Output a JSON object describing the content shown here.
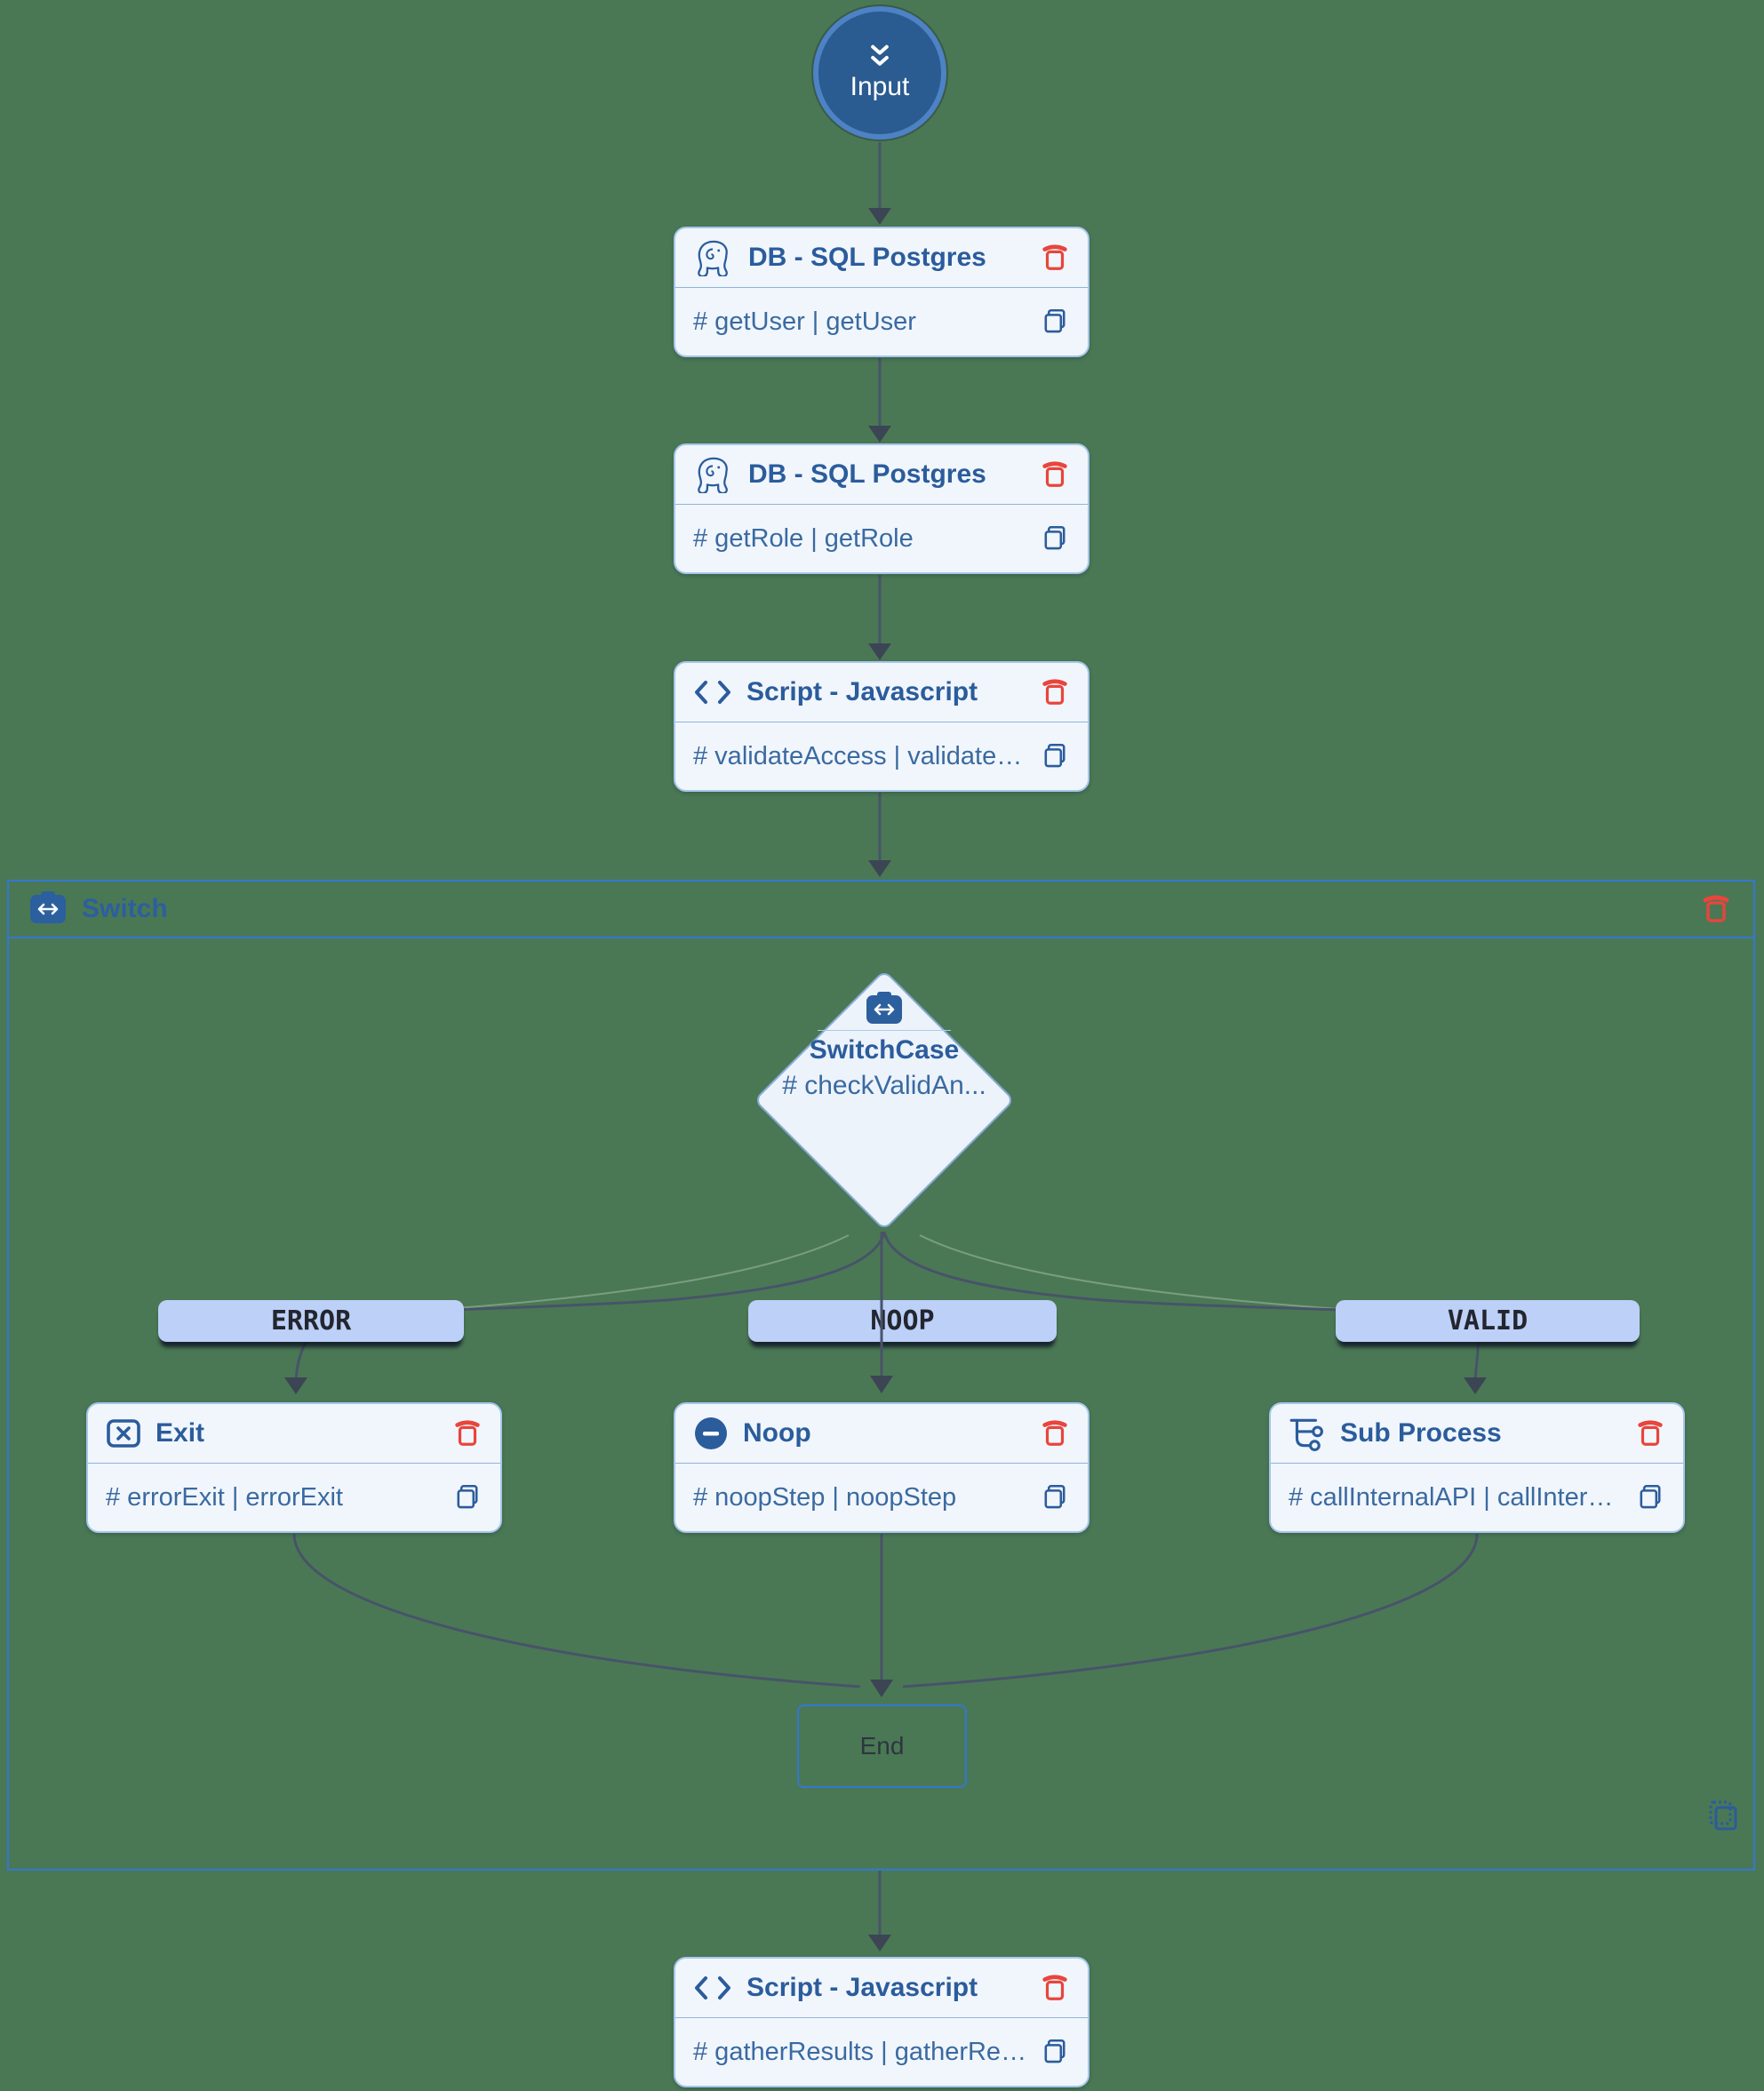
{
  "canvas": {
    "background_color": "#4a7854",
    "accent_blue": "#3377d4",
    "node_title_color": "#2b5c9c",
    "danger_color": "#e8453c"
  },
  "input": {
    "label": "Input"
  },
  "steps": {
    "getUser": {
      "title": "DB - SQL Postgres",
      "meta": "# getUser | getUser"
    },
    "getRole": {
      "title": "DB - SQL Postgres",
      "meta": "# getRole | getRole"
    },
    "validateAccess": {
      "title": "Script - Javascript",
      "meta": "# validateAccess | validateAc..."
    },
    "gatherResults": {
      "title": "Script - Javascript",
      "meta": "# gatherResults | gatherResu..."
    }
  },
  "switch": {
    "title": "Switch",
    "case": {
      "title": "SwitchCase",
      "meta": "# checkValidAn..."
    },
    "branches": {
      "error": "ERROR",
      "noop": "NOOP",
      "valid": "VALID"
    },
    "children": {
      "exit": {
        "title": "Exit",
        "meta": "# errorExit | errorExit"
      },
      "noop": {
        "title": "Noop",
        "meta": "# noopStep | noopStep"
      },
      "subprocess": {
        "title": "Sub Process",
        "meta": "# callInternalAPI | callInternal..."
      }
    },
    "end_label": "End"
  }
}
